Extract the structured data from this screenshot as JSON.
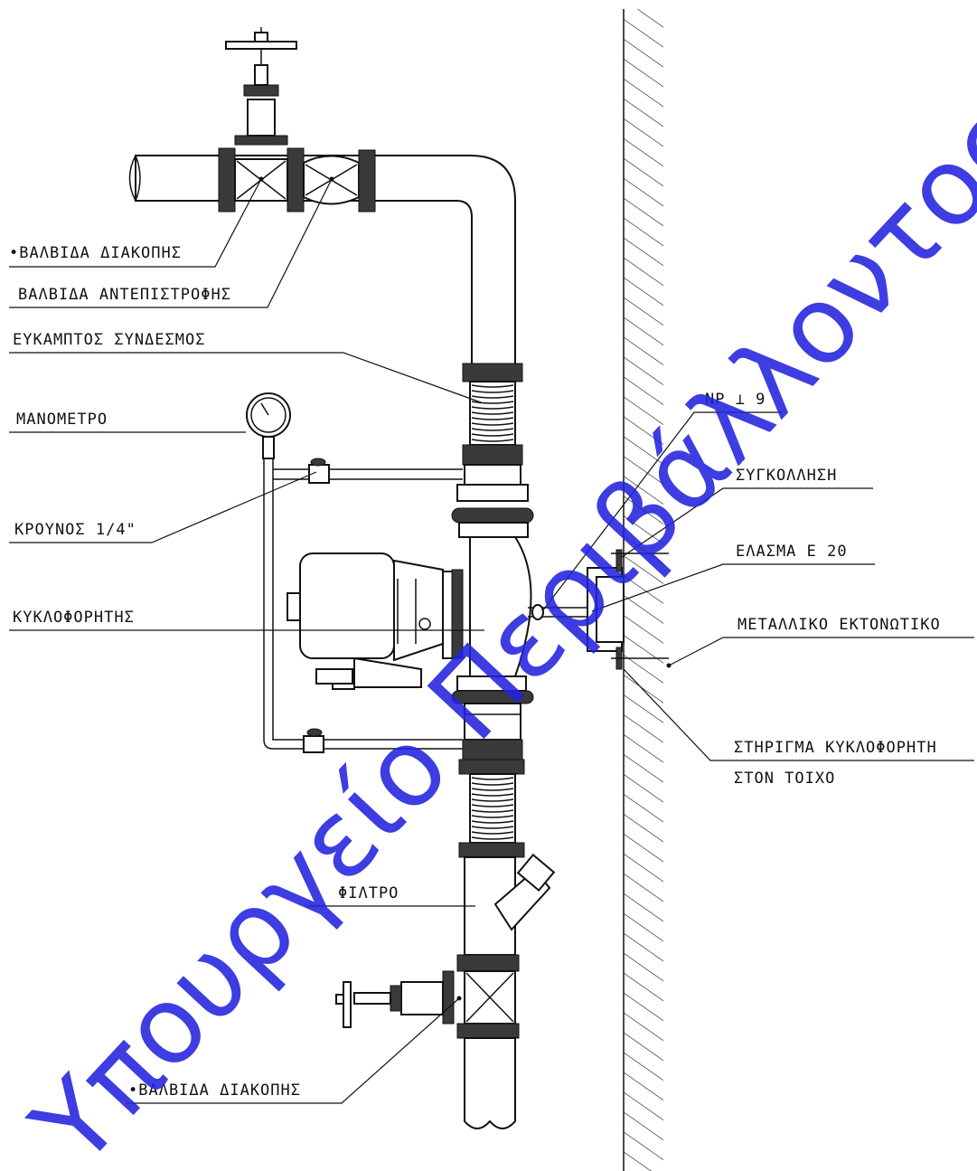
{
  "labels": {
    "valve_stop_top": "•ΒΑΛΒΙΔΑ ΔΙΑΚΟΠΗΣ",
    "check_valve": "ΒΑΛΒΙΔΑ ΑΝΤΕΠΙΣΤΡΟΦΗΣ",
    "flexible_joint": "ΕΥΚΑΜΠΤΟΣ ΣΥΝΔΕΣΜΟΣ",
    "manometer": "ΜΑΝΟΜΕΤΡΟ",
    "tap": "ΚΡΟΥΝΟΣ 1/4\"",
    "circulator": "ΚΥΚΛΟΦΟΡΗΤΗΣ",
    "np_code": "ΝΡ ⟂ 9",
    "weld": "ΣΥΓΚΟΛΛΗΣΗ",
    "plate": "ΕΛΑΣΜΑ Ε 20",
    "anchor": "ΜΕΤΑΛΛΙΚΟ ΕΚΤΟΝΩΤΙΚΟ",
    "support_line1": "ΣΤΗΡΙΓΜΑ ΚΥΚΛΟΦΟΡΗΤΗ",
    "support_line2": "ΣΤΟΝ ΤΟΙΧΟ",
    "filter": "ΦΙΛΤΡΟ",
    "valve_stop_bottom": "•ΒΑΛΒΙΔΑ ΔΙΑΚΟΠΗΣ"
  },
  "watermark": {
    "text": "Υπουργείο Περιβάλλοντος & Ενέργειας",
    "color": "#2222dd"
  }
}
